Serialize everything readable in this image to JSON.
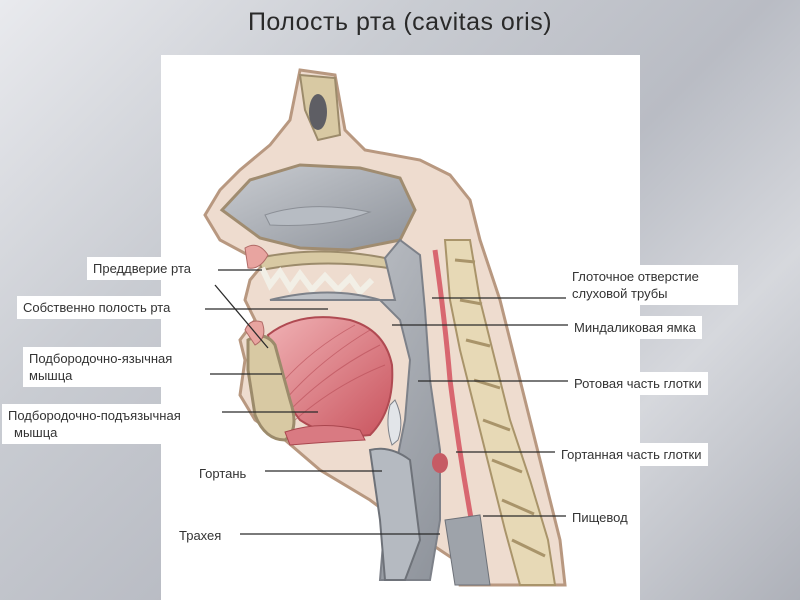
{
  "title": "Полость рта (cavitas oris)",
  "labels": {
    "vestibule": "Преддверие рта",
    "oral_cavity_proper": "Собственно полость рта",
    "genioglossus_line1": "Подбородочно-язычная",
    "genioglossus_line2": "мышца",
    "geniohyoid_line1": "Подбородочно-подъязычная",
    "geniohyoid_line2": "мышца",
    "larynx": "Гортань",
    "trachea": "Трахея",
    "tube_opening_line1": "Глоточное отверстие",
    "tube_opening_line2": "слуховой трубы",
    "tonsillar_fossa": "Миндаликовая ямка",
    "oropharynx": "Ротовая часть глотки",
    "laryngopharynx": "Гортанная часть глотки",
    "esophagus": "Пищевод"
  },
  "colors": {
    "bone": "#d8c9a3",
    "muscle": "#d9707a",
    "mucosa": "#a9adb4",
    "skin": "#e5cbb8"
  }
}
